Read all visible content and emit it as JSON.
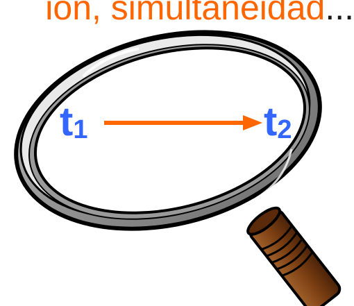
{
  "banner": {
    "text_orange": "ión, simultaneidad",
    "text_dark": "...",
    "color_orange": "#ff6600",
    "color_dark": "#1a1a1a"
  },
  "lens": {
    "t1_base": "t",
    "t1_sub": "1",
    "t2_base": "t",
    "t2_sub": "2",
    "time_label_color": "#3366ff",
    "arrow_color": "#ff6600"
  },
  "handle": {
    "color": "#7a3e12"
  }
}
